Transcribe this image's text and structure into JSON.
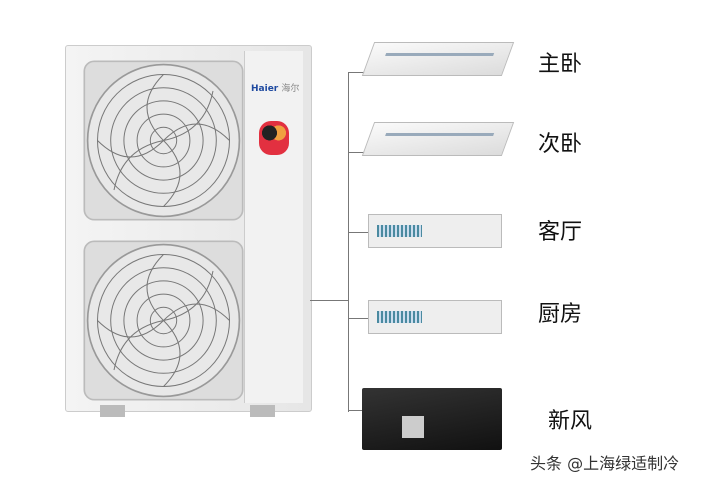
{
  "outdoor_unit": {
    "brand_logo": "Haier 海尔"
  },
  "rooms": [
    {
      "label": "主卧",
      "unit": "ceiling-cassette"
    },
    {
      "label": "次卧",
      "unit": "ceiling-cassette"
    },
    {
      "label": "客厅",
      "unit": "ducted"
    },
    {
      "label": "厨房",
      "unit": "ducted"
    },
    {
      "label": "新风",
      "unit": "fresh-air"
    }
  ],
  "watermark": "头条 @上海绿适制冷",
  "colors": {
    "unit_body": "#ececec",
    "line": "#777777",
    "fresh_air": "#1c1c1c"
  }
}
